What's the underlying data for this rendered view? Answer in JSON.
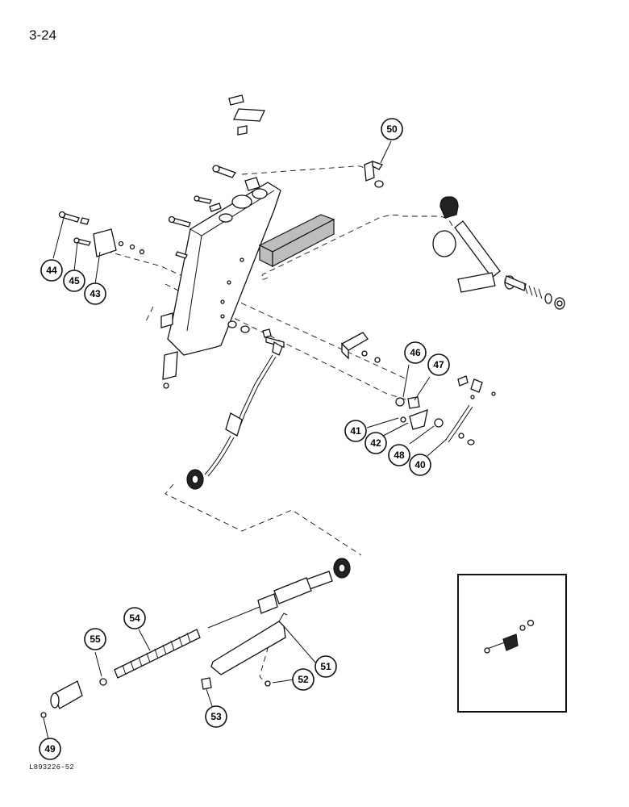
{
  "page": {
    "number": "3-24",
    "ref_code": "L893226-52"
  },
  "callouts": [
    {
      "id": "c40",
      "label": "40"
    },
    {
      "id": "c41",
      "label": "41"
    },
    {
      "id": "c42",
      "label": "42"
    },
    {
      "id": "c43",
      "label": "43"
    },
    {
      "id": "c44",
      "label": "44"
    },
    {
      "id": "c45",
      "label": "45"
    },
    {
      "id": "c46",
      "label": "46"
    },
    {
      "id": "c47",
      "label": "47"
    },
    {
      "id": "c48",
      "label": "48"
    },
    {
      "id": "c49",
      "label": "49"
    },
    {
      "id": "c50",
      "label": "50"
    },
    {
      "id": "c51",
      "label": "51"
    },
    {
      "id": "c52",
      "label": "52"
    },
    {
      "id": "c53",
      "label": "53"
    },
    {
      "id": "c54",
      "label": "54"
    },
    {
      "id": "c55",
      "label": "55"
    }
  ]
}
